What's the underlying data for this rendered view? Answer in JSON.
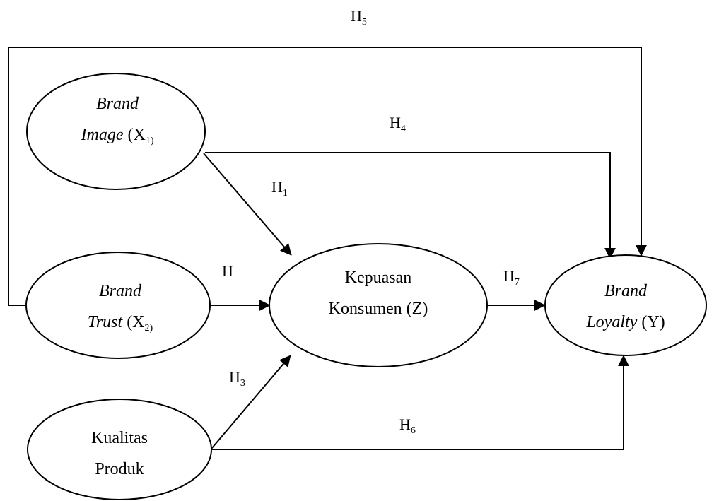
{
  "diagram": {
    "nodes": {
      "brand_image": {
        "line1": "Brand",
        "line2_italic": "Image",
        "line2_code": " (X",
        "line2_sub": "1)"
      },
      "brand_trust": {
        "line1": "Brand",
        "line2_italic": "Trust",
        "line2_code": " (X",
        "line2_sub": "2)"
      },
      "kualitas_produk": {
        "line1": "Kualitas",
        "line2": "Produk"
      },
      "kepuasan_konsumen": {
        "line1": "Kepuasan",
        "line2": "Konsumen (Z)"
      },
      "brand_loyalty": {
        "line1": "Brand",
        "line2_italic": "Loyalty",
        "line2_code": " (Y)"
      }
    },
    "hypotheses": {
      "h1": {
        "letter": "H",
        "sub": "1"
      },
      "h2": {
        "letter": "H",
        "sub": ""
      },
      "h3": {
        "letter": "H",
        "sub": "3"
      },
      "h4": {
        "letter": "H",
        "sub": "4"
      },
      "h5": {
        "letter": "H",
        "sub": "5"
      },
      "h6": {
        "letter": "H",
        "sub": "6"
      },
      "h7": {
        "letter": "H",
        "sub": "7"
      }
    },
    "edges": [
      {
        "id": "h1",
        "from": "Brand Image (X1)",
        "to": "Kepuasan Konsumen (Z)"
      },
      {
        "id": "h2",
        "from": "Brand Trust (X2)",
        "to": "Kepuasan Konsumen (Z)"
      },
      {
        "id": "h3",
        "from": "Kualitas Produk",
        "to": "Kepuasan Konsumen (Z)"
      },
      {
        "id": "h4",
        "from": "Brand Image (X1)",
        "to": "Brand Loyalty (Y)"
      },
      {
        "id": "h5",
        "from": "Brand Trust (X2)",
        "to": "Brand Loyalty (Y)"
      },
      {
        "id": "h6",
        "from": "Kualitas Produk",
        "to": "Brand Loyalty (Y)"
      },
      {
        "id": "h7",
        "from": "Kepuasan Konsumen (Z)",
        "to": "Brand Loyalty (Y)"
      }
    ],
    "colors": {
      "stroke": "#000000",
      "background": "#ffffff"
    }
  }
}
